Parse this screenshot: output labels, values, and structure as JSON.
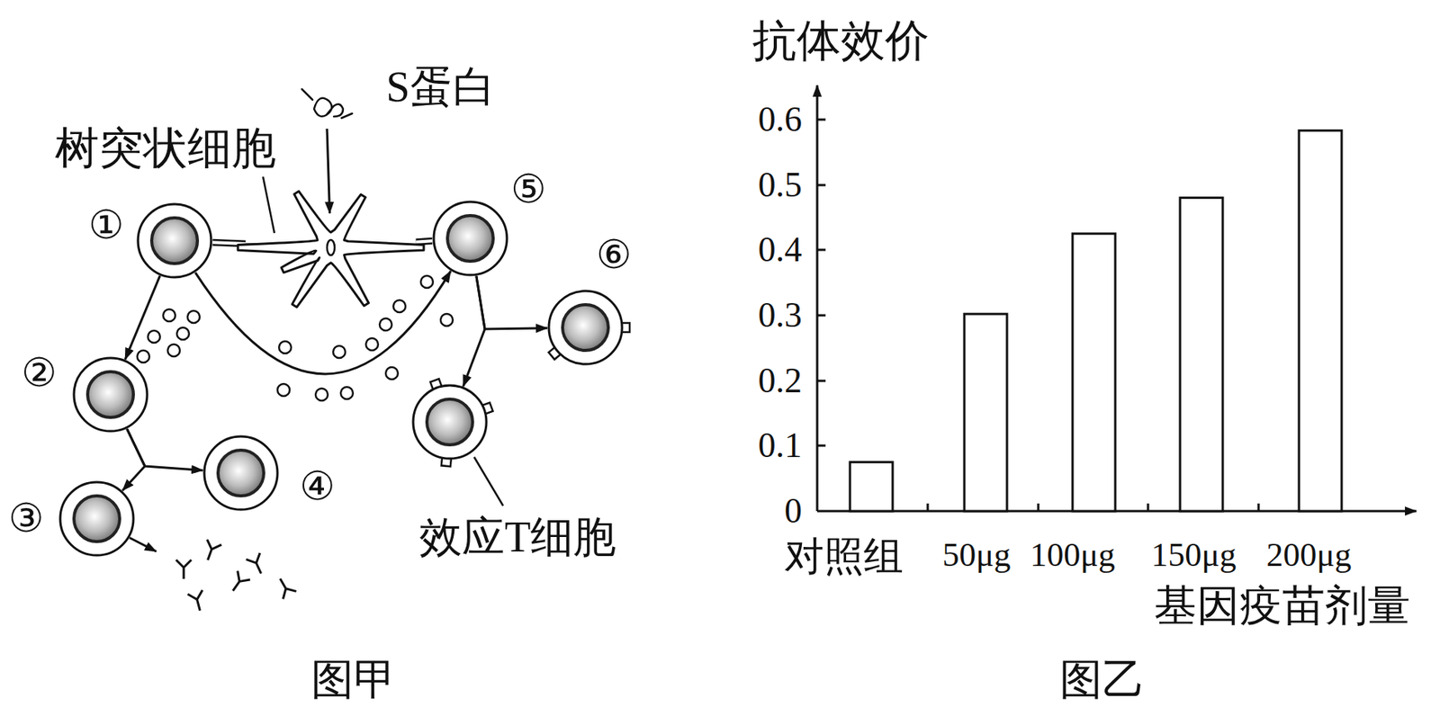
{
  "diagram": {
    "nodes": [
      {
        "text": [
          "S蛋白"
        ]
      },
      {
        "text": [
          "树突状细胞"
        ]
      },
      {
        "text": [
          "①"
        ]
      },
      {
        "text": [
          "②"
        ]
      },
      {
        "text": [
          "③"
        ]
      },
      {
        "text": [
          "④"
        ]
      },
      {
        "text": [
          "⑤"
        ]
      },
      {
        "text": [
          "⑥"
        ]
      },
      {
        "text": [
          "效应T细胞"
        ]
      }
    ],
    "edges": [
      {
        "from": 0,
        "to": 1,
        "arrow": "to"
      },
      {
        "from": 1,
        "to": 2,
        "arrow": "none"
      },
      {
        "from": 1,
        "to": 6,
        "arrow": "none"
      },
      {
        "from": 2,
        "to": 3,
        "arrow": "to"
      },
      {
        "from": 2,
        "to": 6,
        "arrow": "to"
      },
      {
        "from": 3,
        "to": 4,
        "arrow": "to"
      },
      {
        "from": 3,
        "to": 5,
        "arrow": "to"
      },
      {
        "from": 6,
        "to": 7,
        "arrow": "to"
      },
      {
        "from": 6,
        "to": 8,
        "arrow": "to"
      }
    ],
    "labels": [
      "抗体效价",
      "0.6",
      "0.5",
      "0.4",
      "0.3",
      "0.2",
      "0.1",
      "0",
      "对照组",
      "50μg",
      "100μg",
      "150μg",
      "200μg",
      "基因疫苗剂量",
      "图甲",
      "图乙"
    ]
  }
}
